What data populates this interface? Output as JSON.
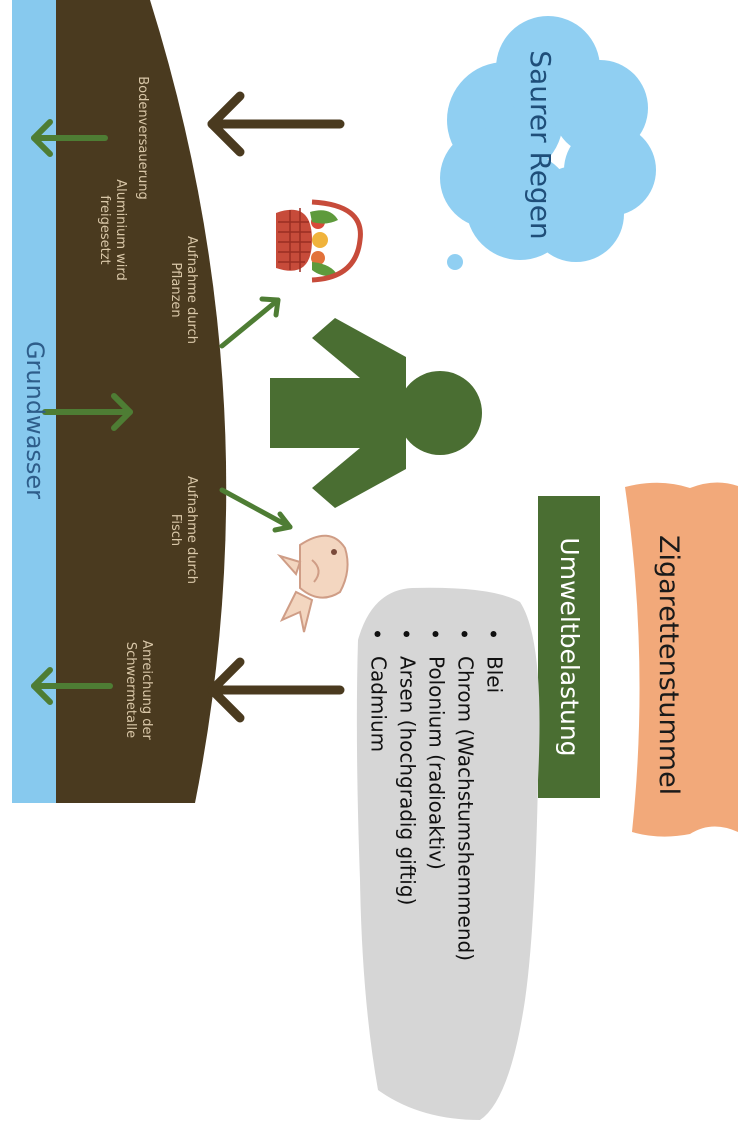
{
  "soil": {
    "groundwater_label": "Grundwasser",
    "label_soil_acidification": "Bodenversauerung",
    "label_aluminium_line1": "Aluminium wird",
    "label_aluminium_line2": "freigesetzt",
    "label_plants_line1": "Aufnahme durch",
    "label_plants_line2": "Pflanzen",
    "label_fish_line1": "Aufnahme durch",
    "label_fish_line2": "Fisch",
    "label_metals_line1": "Anreichung der",
    "label_metals_line2": "Schwermetalle"
  },
  "cloud": {
    "label": "Saurer Regen"
  },
  "banners": {
    "green_label": "Umweltbelastung",
    "orange_label": "Zigarettenstummel"
  },
  "heavy_metals": {
    "items": [
      "Blei",
      "Chrom (Wachstumshemmend)",
      "Polonium (radioaktiv)",
      "Arsen (hochgradig giftig)",
      "Cadmium"
    ]
  },
  "colors": {
    "groundwater": "#87c9ee",
    "soil": "#4a3a1f",
    "arrow_brown": "#4a3a1f",
    "arrow_green": "#4e7d34",
    "person": "#4a6e32",
    "cloud": "#90cff2",
    "green_banner": "#4a6e32",
    "orange_banner": "#f2a97a",
    "list_bubble": "#d6d6d6"
  },
  "icons": [
    "basket-icon",
    "fish-icon",
    "person-icon"
  ]
}
